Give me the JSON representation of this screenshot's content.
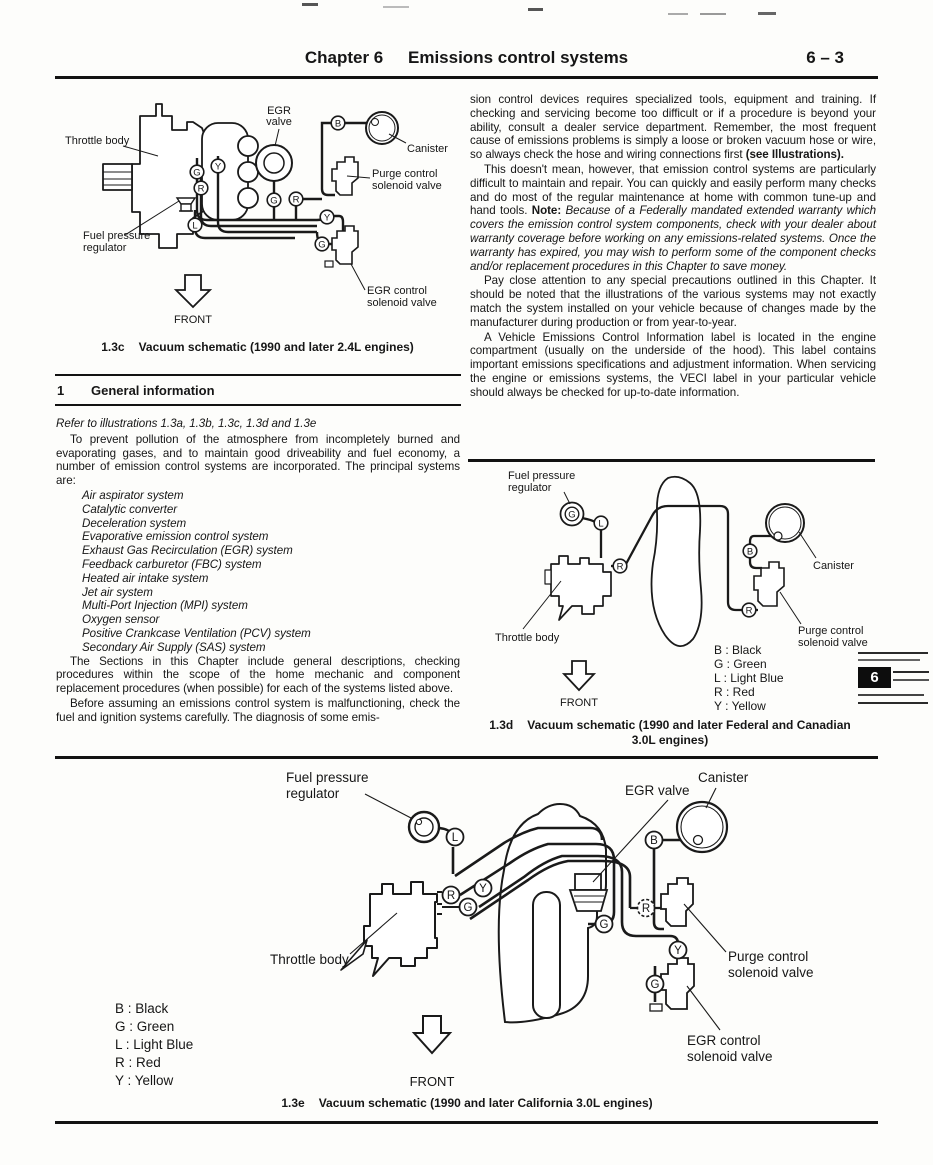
{
  "header": {
    "chapter": "Chapter 6",
    "title": "Emissions control systems",
    "page_number": "6 – 3"
  },
  "page_tab": {
    "number": "6"
  },
  "captions": {
    "c13c_num": "1.3c",
    "c13c_text": "Vacuum schematic (1990 and later 2.4L engines)",
    "c13d_num": "1.3d",
    "c13d_line1": "Vacuum schematic (1990 and later Federal and Canadian",
    "c13d_line2": "3.0L engines)",
    "c13e_num": "1.3e",
    "c13e_text": "Vacuum schematic (1990 and later California 3.0L engines)"
  },
  "section": {
    "number": "1",
    "title": "General information"
  },
  "left_column": {
    "refer_line": "Refer to illustrations 1.3a, 1.3b, 1.3c, 1.3d and 1.3e",
    "para1": "To prevent pollution of the atmosphere from incompletely burned and evaporating gases, and to maintain good driveability and fuel economy, a number of emission control systems are incorporated. The principal systems are:",
    "systems_list": [
      "Air aspirator system",
      "Catalytic converter",
      "Deceleration system",
      "Evaporative emission control system",
      "Exhaust Gas Recirculation (EGR) system",
      "Feedback carburetor (FBC) system",
      "Heated air intake system",
      "Jet air system",
      "Multi-Port Injection (MPI) system",
      "Oxygen sensor",
      "Positive Crankcase Ventilation (PCV) system",
      "Secondary Air Supply (SAS) system"
    ],
    "para2": "The Sections in this Chapter include general descriptions, checking procedures within the scope of the home mechanic and component replacement procedures (when possible) for each of the systems listed above.",
    "para3": "Before assuming an emissions control system is malfunctioning, check the fuel and ignition systems carefully. The diagnosis of some emis-"
  },
  "right_column": {
    "para1_normal": "sion control devices requires specialized tools, equipment and training. If checking and servicing become too difficult or if a procedure is beyond your ability, consult a dealer service department. Remember, the most frequent cause of emissions problems is simply a loose or broken vacuum hose or wire, so always check the hose and wiring connections first ",
    "para1_bold": "(see Illustrations).",
    "para2_normal": "This doesn't mean, however, that emission control systems are particularly difficult to maintain and repair. You can quickly and easily perform many checks and do most of the regular maintenance at home with common tune-up and hand tools. ",
    "para2_note_label": "Note:",
    "para2_note_text": " Because of a Federally mandated extended warranty which covers the emission control system components, check with your dealer about warranty coverage before working on any emissions-related systems. Once the warranty has expired, you may wish to perform some of the component checks and/or replacement procedures in this Chapter to save money.",
    "para3": "Pay close attention to any special precautions outlined in this Chapter. It should be noted that the illustrations of the various systems may not exactly match the system installed on your vehicle because of changes made by the manufacturer during production or from year-to-year.",
    "para4": "A Vehicle Emissions Control Information label is located in the engine compartment (usually on the underside of the hood). This label contains important emissions specifications and adjustment information. When servicing the engine or emissions systems, the VECI label in your particular vehicle should always be checked for up-to-date information."
  },
  "legend_rows": [
    "B : Black",
    "G : Green",
    "L : Light Blue",
    "R : Red",
    "Y : Yellow"
  ],
  "diagram_13c": {
    "labels": {
      "throttle_body": "Throttle body",
      "egr_valve_1": "EGR",
      "egr_valve_2": "valve",
      "canister": "Canister",
      "purge_1": "Purge control",
      "purge_2": "solenoid valve",
      "fuel_1": "Fuel pressure",
      "fuel_2": "regulator",
      "egr_ctl_1": "EGR control",
      "egr_ctl_2": "solenoid valve",
      "front": "FRONT"
    },
    "badges": [
      "B",
      "Y",
      "G",
      "R",
      "L",
      "G",
      "R",
      "Y",
      "G"
    ]
  },
  "diagram_13d": {
    "labels": {
      "fuel_1": "Fuel pressure",
      "fuel_2": "regulator",
      "throttle_body": "Throttle body",
      "canister": "Canister",
      "purge_1": "Purge control",
      "purge_2": "solenoid valve",
      "front": "FRONT"
    },
    "badges": [
      "G",
      "L",
      "R",
      "B",
      "R"
    ]
  },
  "diagram_13e": {
    "labels": {
      "fuel_1": "Fuel pressure",
      "fuel_2": "regulator",
      "egr_valve": "EGR valve",
      "canister": "Canister",
      "throttle_body": "Throttle body",
      "purge_1": "Purge control",
      "purge_2": "solenoid valve",
      "egr_ctl_1": "EGR control",
      "egr_ctl_2": "solenoid valve",
      "front": "FRONT"
    },
    "badges": [
      "L",
      "R",
      "G",
      "Y",
      "B",
      "G",
      "R",
      "Y",
      "G"
    ]
  }
}
